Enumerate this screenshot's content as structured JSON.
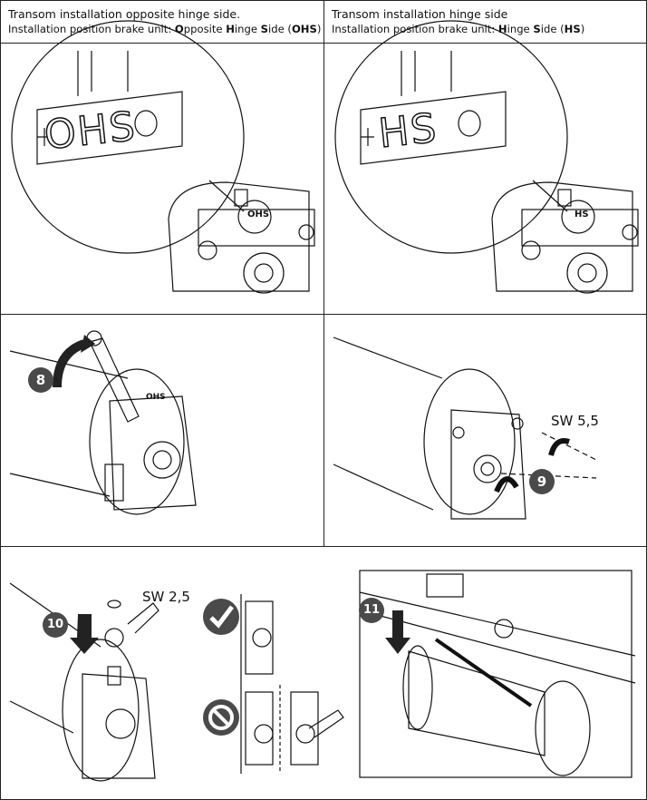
{
  "cells": {
    "ohs": {
      "line1": "Transom installation opposite hinge side.",
      "line2_prefix": "Installation position brake unit: ",
      "line2_parts": [
        "O",
        "pposite ",
        "H",
        "inge ",
        "S",
        "ide (",
        "OHS",
        ")"
      ],
      "zoom_label": "OHS",
      "unit_label": "OHS"
    },
    "hs": {
      "line1": "Transom installation hinge side",
      "line2_prefix": "Installation position brake unit: ",
      "line2_parts": [
        "H",
        "inge ",
        "S",
        "ide (",
        "HS",
        ")"
      ],
      "zoom_label": "HS",
      "unit_label": "HS"
    },
    "step8": {
      "number": "8",
      "unit_label": "OHS"
    },
    "step9": {
      "number": "9",
      "tool_label": "SW 5,5"
    },
    "step10": {
      "number": "10",
      "tool_label": "SW 2,5"
    },
    "step11": {
      "number": "11"
    }
  },
  "icons": {
    "correct": "check-icon",
    "wrong": "prohibited-icon"
  },
  "colors": {
    "line": "#111111",
    "step_badge": "#4a4a4a",
    "border": "#222222"
  }
}
